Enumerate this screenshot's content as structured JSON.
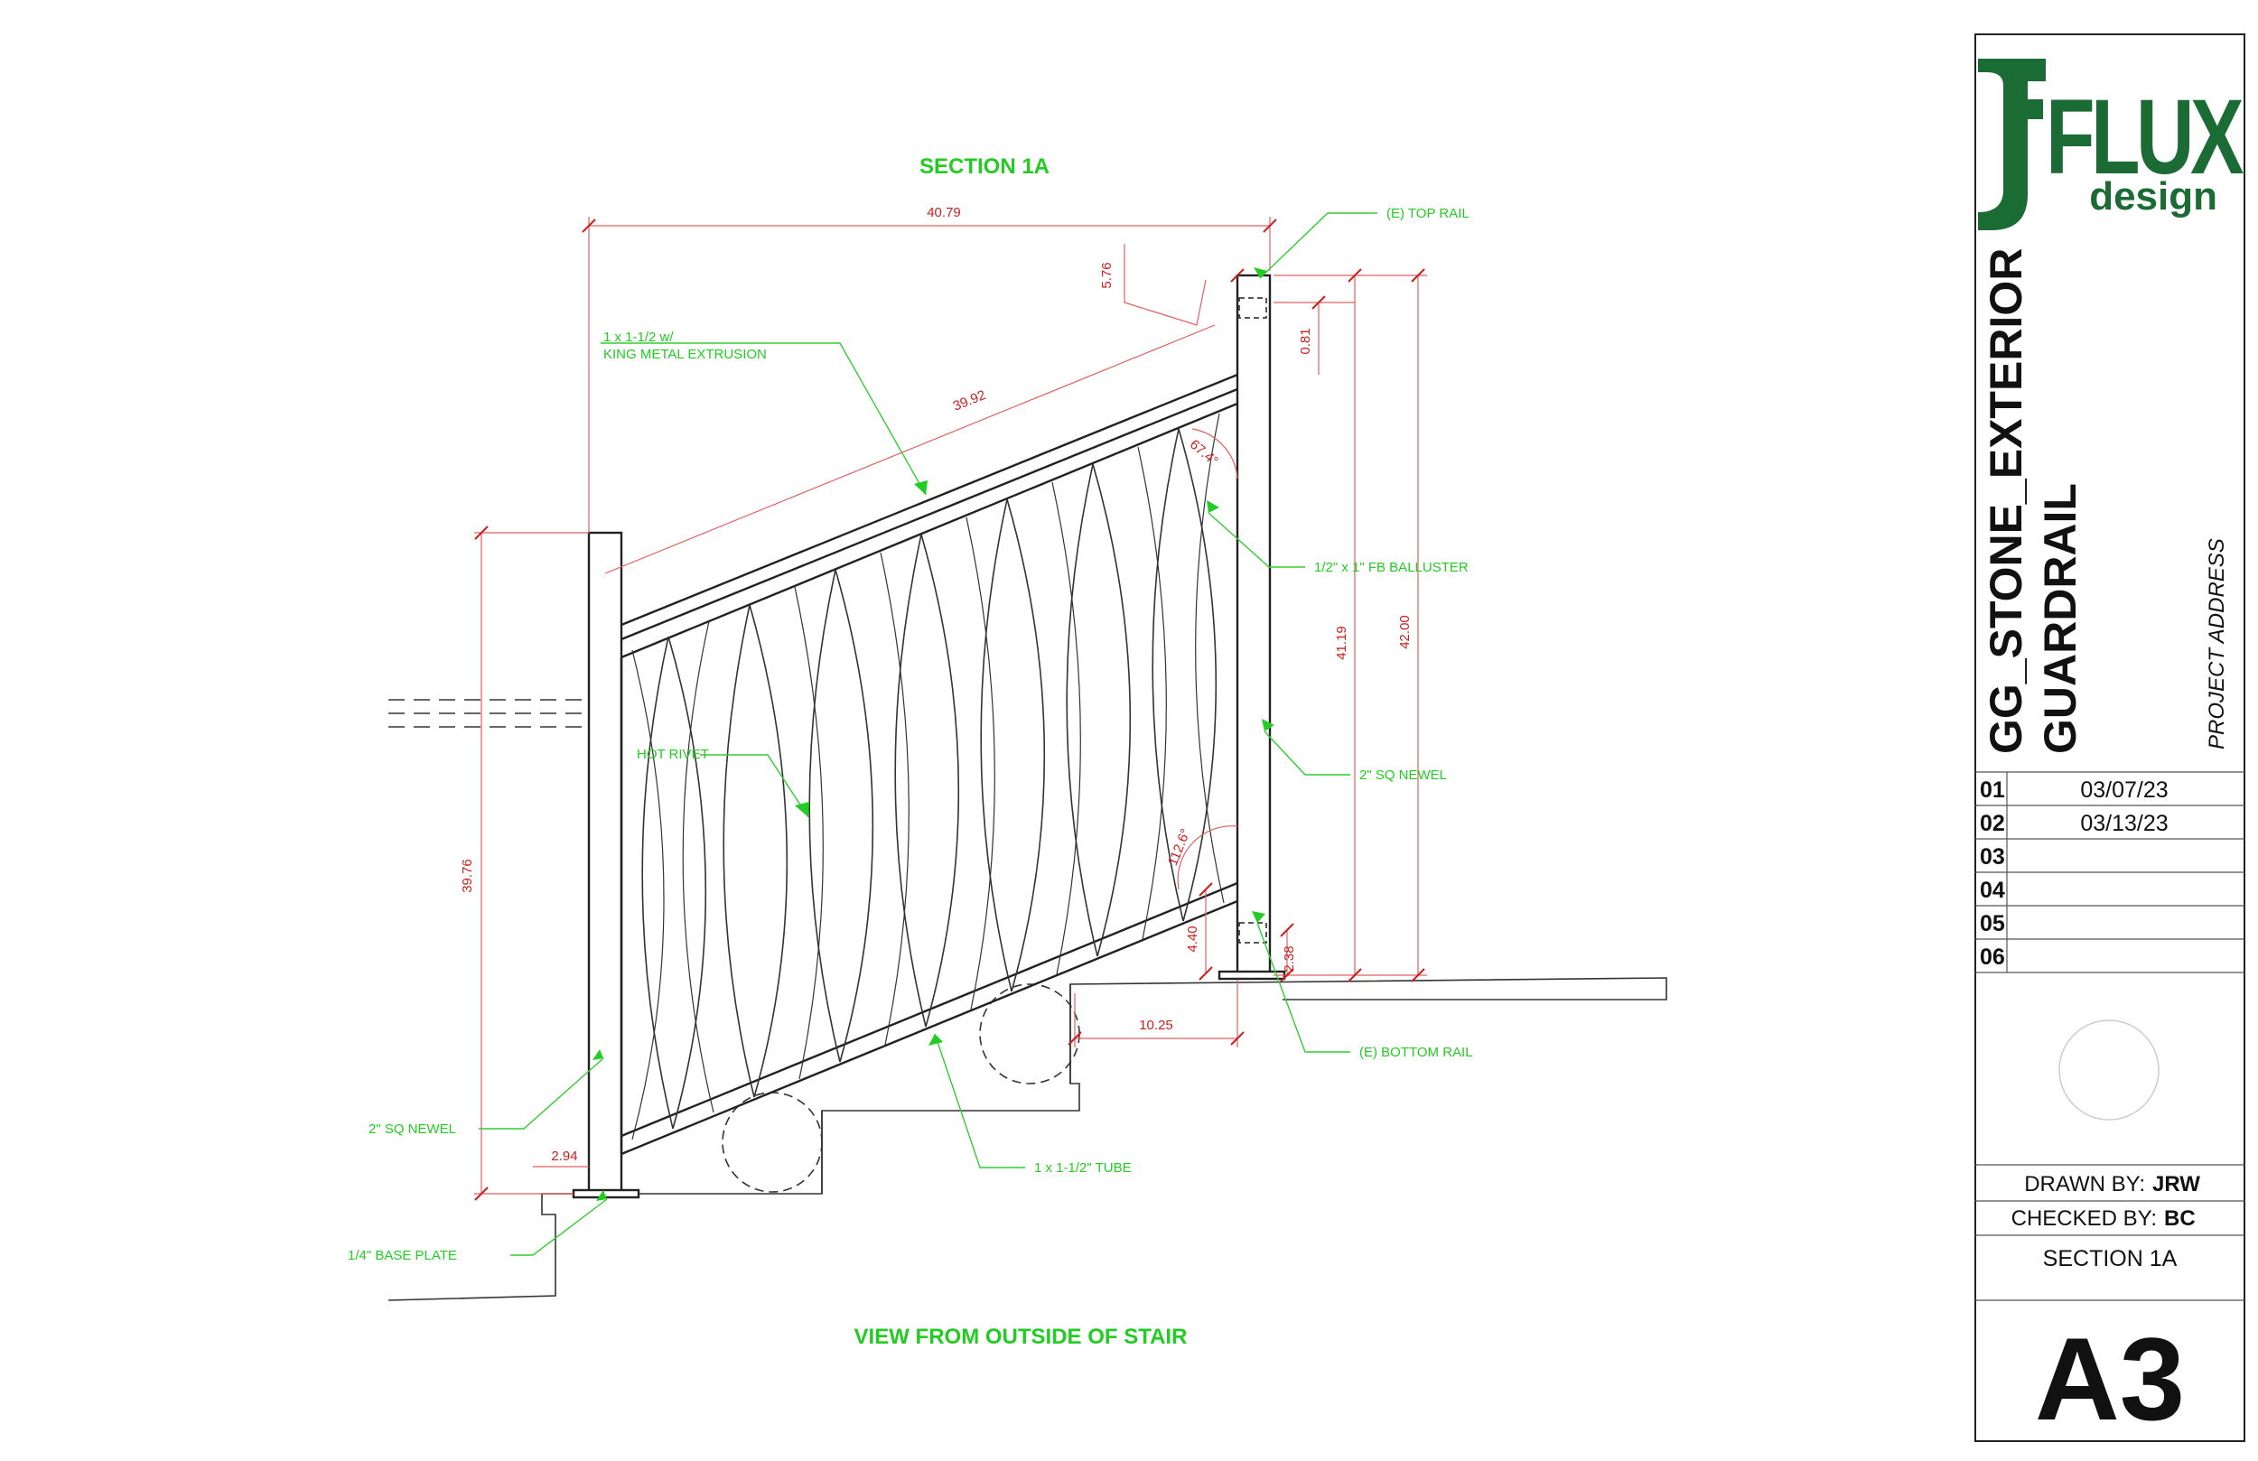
{
  "colors": {
    "label": "#22cc22",
    "dimension": "#cc2020",
    "linework": "#222222",
    "brand": "#1a6b34"
  },
  "drawing": {
    "section_title": "SECTION 1A",
    "view_title": "VIEW FROM OUTSIDE OF STAIR",
    "callouts": {
      "top_rail": "(E) TOP RAIL",
      "extrusion_line1": "1 x 1-1/2 w/",
      "extrusion_line2": "KING METAL EXTRUSION",
      "baluster": "1/2\" x 1\" FB BALLUSTER",
      "newel_right": "2\" SQ NEWEL",
      "hot_rivet": "HOT RIVET",
      "bottom_rail": "(E) BOTTOM RAIL",
      "newel_left": "2\" SQ NEWEL",
      "tube": "1 x 1-1/2\" TUBE",
      "base_plate": "1/4\" BASE PLATE"
    },
    "dimensions": {
      "width_overall": "40.79",
      "rail_length": "39.92",
      "top_offset": "5.76",
      "top_gap": "0.81",
      "height_inner": "41.19",
      "height_total": "42.00",
      "left_height": "39.76",
      "bottom_clear": "4.40",
      "bottom_gap": "2.38",
      "step_offset": "10.25",
      "base_offset": "2.94",
      "angle_top": "67.4°",
      "angle_bottom": "112.6°"
    }
  },
  "title_block": {
    "logo_main": "FLUX",
    "logo_sub": "design",
    "project_line1": "GG_STONE_EXTERIOR",
    "project_line2": "GUARDRAIL",
    "project_address": "PROJECT ADDRESS",
    "revisions": [
      {
        "num": "01",
        "date": "03/07/23"
      },
      {
        "num": "02",
        "date": "03/13/23"
      },
      {
        "num": "03",
        "date": ""
      },
      {
        "num": "04",
        "date": ""
      },
      {
        "num": "05",
        "date": ""
      },
      {
        "num": "06",
        "date": ""
      }
    ],
    "drawn_by_label": "DRAWN BY:",
    "drawn_by": "JRW",
    "checked_by_label": "CHECKED BY:",
    "checked_by": "BC",
    "sheet_title": "SECTION 1A",
    "sheet_number": "A3"
  }
}
